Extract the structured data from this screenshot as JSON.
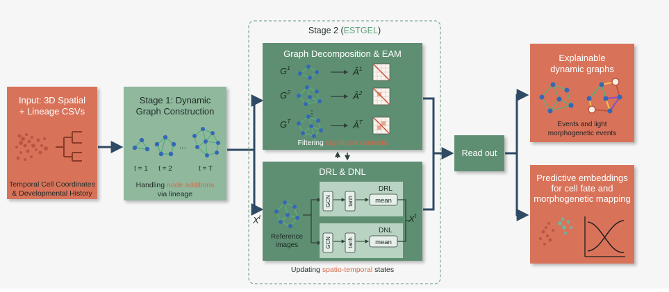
{
  "colors": {
    "background": "#f6f6f6",
    "orange_box": "#d8735a",
    "orange_dark": "#b9563f",
    "green_box": "#8fb89d",
    "green_dark": "#5f8f73",
    "green_light": "#b8d3c1",
    "navy_arrow": "#2f4a63",
    "node_blue": "#3567b6",
    "edge_green": "#57b07a",
    "accent_text": "#d6694a",
    "accent_green_text": "#5da37a",
    "dashed_border": "#7aa88d"
  },
  "input_box": {
    "title_line1": "Input: 3D Spatial",
    "title_line2": "+ Lineage CSVs",
    "caption_line1": "Temporal Cell Coordinates",
    "caption_line2": "& Developmental History"
  },
  "stage1": {
    "title_line1": "Stage 1: Dynamic",
    "title_line2": "Graph Construction",
    "label_t1": "t = 1",
    "label_t2": "t = 2",
    "label_tT": "t = T",
    "ellipsis": "...",
    "caption_prefix": "Handling ",
    "caption_highlight": "node additions",
    "caption_line2": "via lineage"
  },
  "stage2": {
    "title_prefix": "Stage 2 (",
    "title_highlight": "ESTGEL",
    "title_suffix": ")",
    "decomp": {
      "title": "Graph Decomposition & EAM",
      "g1": "G",
      "g1_sup": "1",
      "g2": "G",
      "g2_sup": "2",
      "gT": "G",
      "gT_sup": "T",
      "a1": "Â",
      "a1_sup": "1",
      "a2": "Â",
      "a2_sup": "2",
      "aT": "Â",
      "aT_sup": "T",
      "vdots": "⋮",
      "caption_prefix": "Filtering ",
      "caption_highlight": "significant contacts"
    },
    "drl": {
      "title": "DRL & DNL",
      "xt_left": "X",
      "xt_left_sup": "t",
      "xt_right": "X",
      "xt_right_sup": "t",
      "reference_line1": "Reference",
      "reference_line2": "images",
      "top_label": "DRL",
      "bottom_label": "DNL",
      "gcn": "GCN",
      "tanh": "tanh",
      "mean": "mean",
      "caption_prefix": "Updating ",
      "caption_highlight": "spatio-temporal",
      "caption_suffix": " states"
    }
  },
  "readout": {
    "label": "Read out"
  },
  "output_top": {
    "title_line1": "Explainable",
    "title_line2": "dynamic graphs",
    "caption_line1": "Events and light",
    "caption_line2": "morphogenetic events"
  },
  "output_bottom": {
    "title_line1": "Predictive embeddings",
    "title_line2": "for cell fate and",
    "title_line3": "morphogenetic mapping"
  }
}
